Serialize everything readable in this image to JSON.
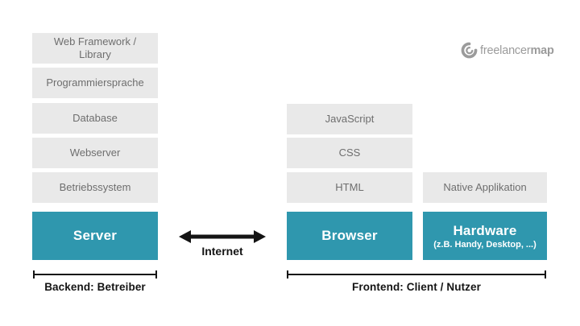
{
  "logo": {
    "brand_regular": "freelancer",
    "brand_bold": "map"
  },
  "server_stack": {
    "layers": [
      "Web Framework / Library",
      "Programmiersprache",
      "Database",
      "Webserver",
      "Betriebssystem"
    ],
    "base_label": "Server"
  },
  "browser_stack": {
    "layers": [
      "JavaScript",
      "CSS",
      "HTML"
    ],
    "base_label": "Browser"
  },
  "hardware_stack": {
    "layers": [
      "Native Applikation"
    ],
    "base_title": "Hardware",
    "base_subtitle": "(z.B. Handy, Desktop, ...)"
  },
  "connector": {
    "label": "Internet"
  },
  "groups": {
    "backend_label": "Backend: Betreiber",
    "frontend_label": "Frontend: Client / Nutzer"
  },
  "colors": {
    "teal": "#2f97ae",
    "box_gray": "#e9e9e9",
    "box_text": "#6e6e6e",
    "ink": "#141414",
    "logo_gray": "#9b9b9b"
  }
}
